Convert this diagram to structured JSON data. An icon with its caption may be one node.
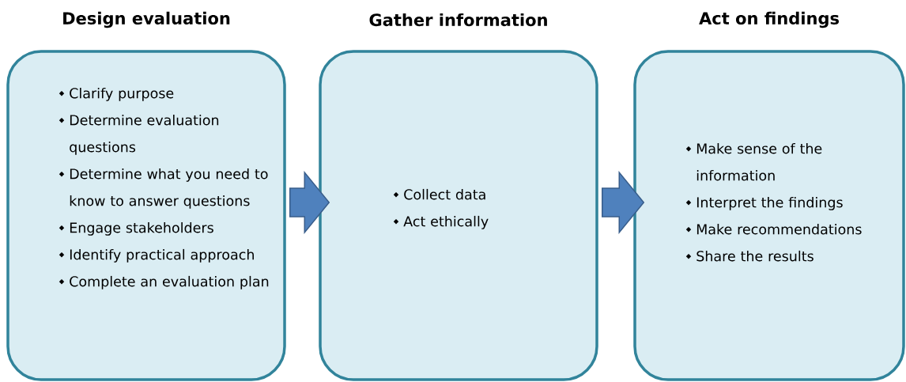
{
  "diagram": {
    "nodes": [
      {
        "text": [
          "Design evaluation",
          "Clarify purpose",
          "Determine evaluation questions",
          "Determine what you need to know to answer questions",
          "Engage stakeholders",
          "Identify practical approach",
          "Complete an evaluation plan"
        ]
      },
      {
        "text": [
          "Gather information",
          "Collect data",
          "Act ethically"
        ]
      },
      {
        "text": [
          "Act on findings",
          "Make sense of the information",
          "Interpret the findings",
          "Make recommendations",
          "Share the results"
        ]
      }
    ],
    "edges": [
      {
        "from": 0,
        "to": 1,
        "arrow": "to"
      },
      {
        "from": 1,
        "to": 2,
        "arrow": "to"
      }
    ]
  }
}
